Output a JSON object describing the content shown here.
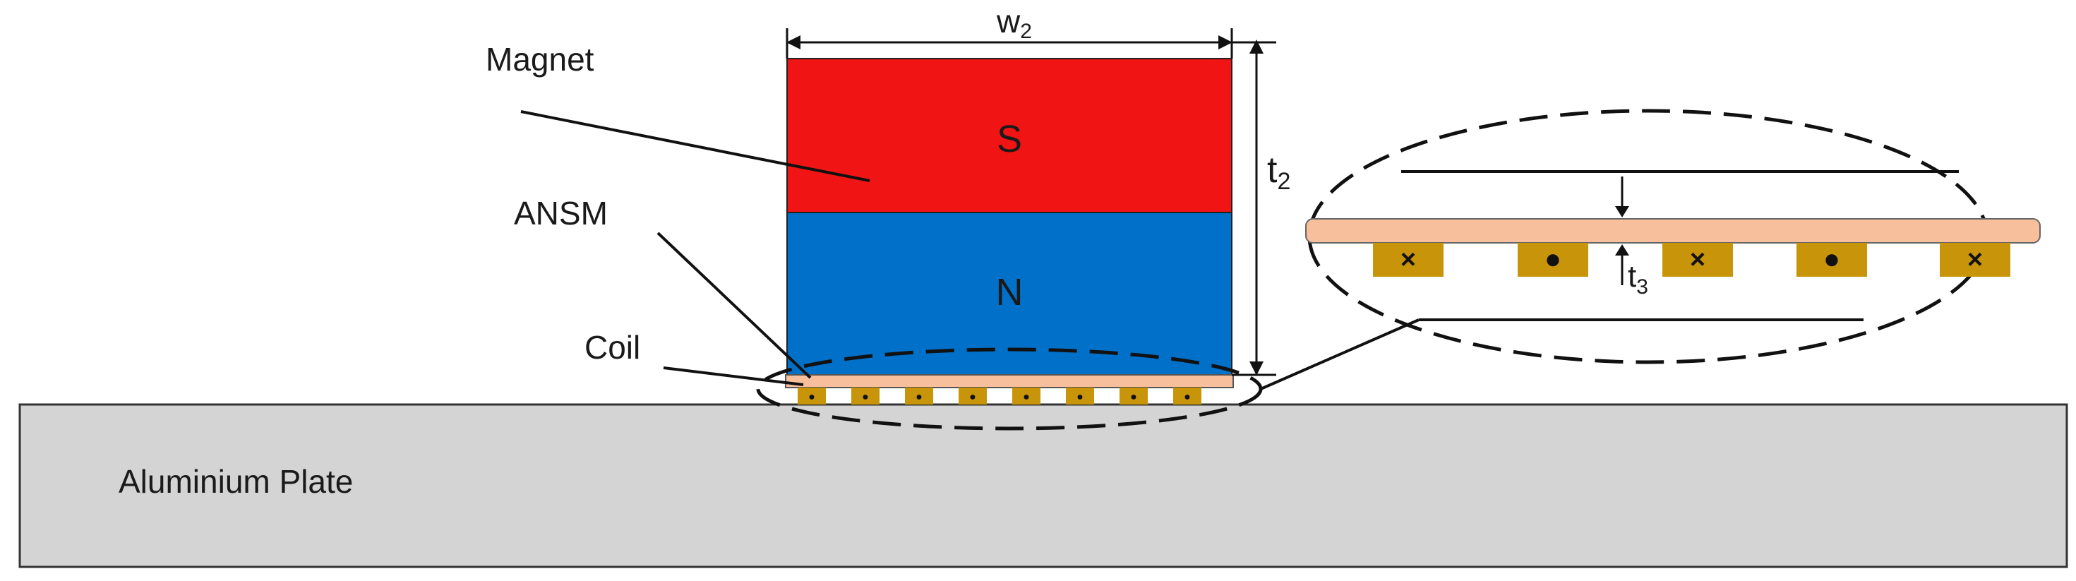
{
  "labels": {
    "magnet": "Magnet",
    "ansm": "ANSM",
    "coil": "Coil",
    "plate": "Aluminium Plate",
    "pole_s": "S",
    "pole_n": "N"
  },
  "dimensions": {
    "width": {
      "base": "w",
      "sub": "2"
    },
    "thickness": {
      "base": "t",
      "sub": "2"
    },
    "gap": {
      "base": "t",
      "sub": "3"
    }
  },
  "zoom_coil_symbols": [
    "×",
    "●",
    "×",
    "●",
    "×"
  ],
  "mini_coil_symbols": [
    "●",
    "●",
    "●",
    "●",
    "●",
    "●",
    "●",
    "●"
  ],
  "colors": {
    "south_pole": "#f01414",
    "north_pole": "#0070c8",
    "ansm_layer": "#f8bf9c",
    "coil": "#c8940a",
    "plate": "#d4d4d4",
    "line": "#111111"
  }
}
